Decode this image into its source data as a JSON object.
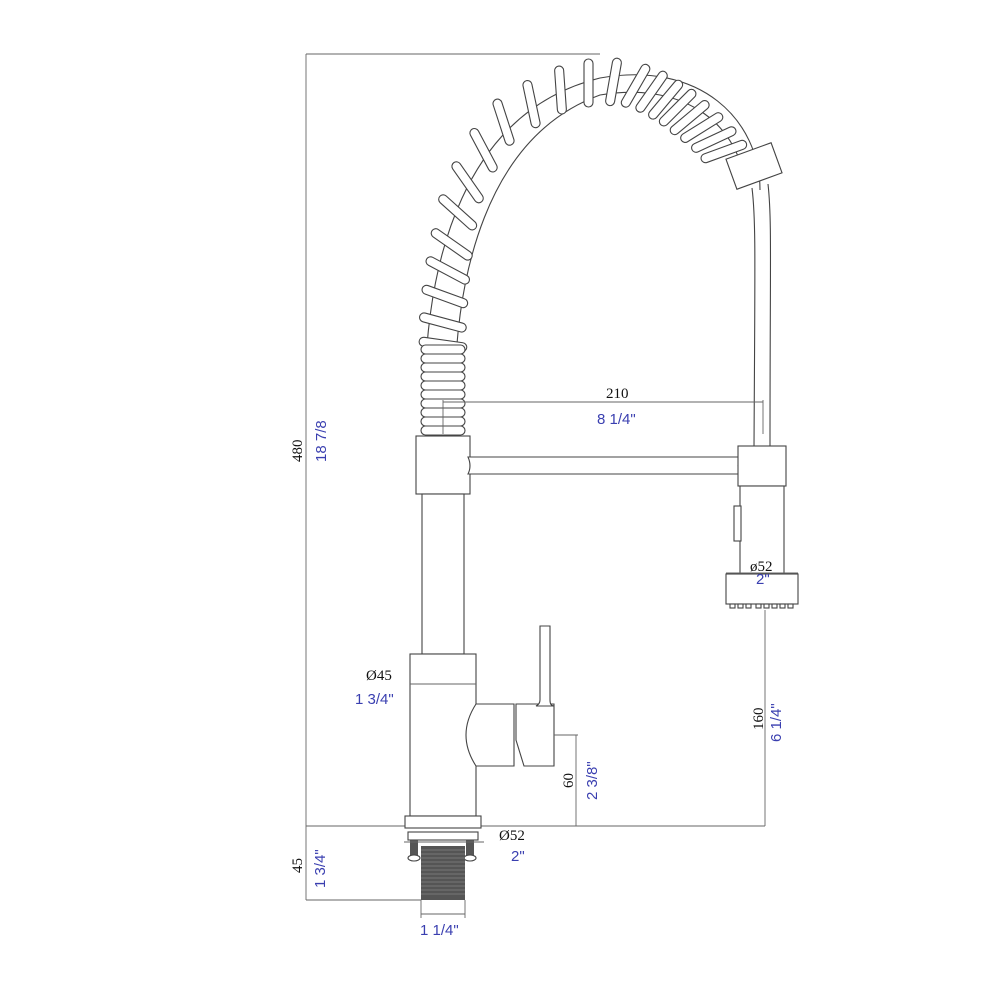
{
  "drawing": {
    "subject": "pull-down spring faucet dimension drawing",
    "colors": {
      "line": "#444444",
      "metric_text": "#111111",
      "imperial_text": "#3a3fb0"
    }
  },
  "dimensions": {
    "total_height": {
      "mm": "480",
      "inch": "18 7/8"
    },
    "spout_reach": {
      "mm": "210",
      "inch": "8 1/4\""
    },
    "spray_head_diameter": {
      "mm": "ø52",
      "inch": "2\""
    },
    "body_diameter": {
      "mm": "Ø45",
      "inch": "1 3/4\""
    },
    "spray_height": {
      "mm": "160",
      "inch": "6 1/4\""
    },
    "handle_height": {
      "mm": "60",
      "inch": "2 3/8\""
    },
    "base_diameter": {
      "mm": "Ø52",
      "inch": "2\""
    },
    "shank_length": {
      "mm": "45",
      "inch": "1 3/4\""
    },
    "shank_diameter": {
      "inch": "1 1/4\""
    }
  }
}
